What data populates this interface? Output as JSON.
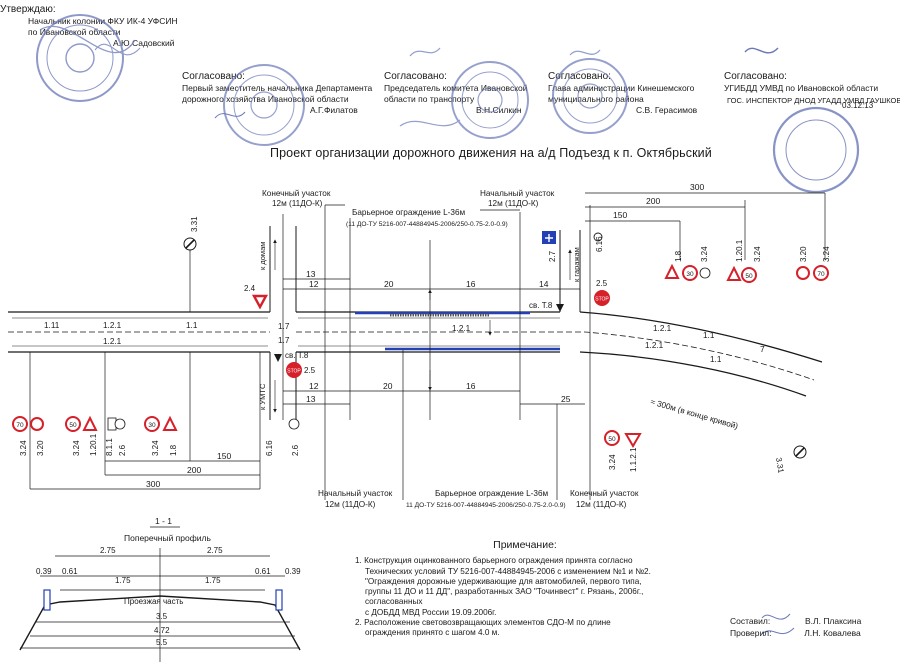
{
  "approvals": {
    "approve": {
      "heading": "Утверждаю:",
      "line1": "Начальник колонии  ФКУ ИК-4 УФСИН",
      "line2": "по Ивановской области",
      "name": "А.Ю.Садовский"
    },
    "agreed": [
      {
        "heading": "Согласовано:",
        "line1": "Первый заместитель начальника Департамента",
        "line2": "дорожного хозяйства Ивановской области",
        "name": "А.Г.Филатов"
      },
      {
        "heading": "Согласовано:",
        "line1": "Председатель комитета Ивановской",
        "line2": "области по транспорту",
        "name": "В.Н.Силкин"
      },
      {
        "heading": "Согласовано:",
        "line1": "Глава администрации Кинешемского",
        "line2": "муниципального района",
        "name": "С.В. Герасимов"
      },
      {
        "heading": "Согласовано:",
        "line1": "УГИБДД УМВД по Ивановской области",
        "line2": "",
        "name": ""
      }
    ],
    "stamp_text": "ГОС. ИНСПЕКТОР ДНОД УГАДД УМВД ГАУШКОВ А.А.",
    "stamp_date": "03.12.13"
  },
  "title": "Проект организации дорожного движения на а/д Подъезд к п. Октябрьский",
  "plan": {
    "labels": {
      "end_top": "Конечный участок",
      "end_top_len": "12м (11ДО-К)",
      "start_top": "Начальный участок",
      "start_top_len": "12м (11ДО-К)",
      "barrier_top": "Барьерное ограждение L-36м",
      "barrier_top_spec": "(11 ДО-ТУ 5216-007-44884945-2006/250-0.75-2.0-0.9)",
      "start_bottom": "Начальный участок",
      "start_bottom_len": "12м (11ДО-К)",
      "barrier_bottom": "Барьерное ограждение L-36м",
      "barrier_bottom_spec": "11 ДО-ТУ 5216-007-44884945-2006/250-0.75-2.0-0.9)",
      "end_bottom": "Конечный участок",
      "end_bottom_len": "12м (11ДО-К)",
      "radius": "≈ 300м (в конце кривой)",
      "to_houses": "к домам",
      "to_garages": "к гаражам",
      "to_umts": "к УМТС"
    },
    "dims": {
      "d300_top": "300",
      "d200_top": "200",
      "d150_top": "150",
      "d13_top": "13",
      "d12_top": "12",
      "d20_top": "20",
      "d16_top": "16",
      "d14": "14",
      "d12_bot": "12",
      "d20_bot": "20",
      "d16_bot": "16",
      "d13_bot": "13",
      "d25": "25",
      "d150_bot": "150",
      "d200_bot": "200",
      "d300_bot": "300",
      "d7": "7"
    },
    "markings": {
      "m111": "1.11",
      "m121a": "1.2.1",
      "m11a": "1.1",
      "m121b": "1.2.1",
      "m17a": "1.7",
      "m17b": "1.7",
      "m121c": "1.2.1",
      "m121d": "1.2.1",
      "m11b": "1.1",
      "m121e": "1.2.1",
      "m11c": "1.1"
    },
    "signs": {
      "s331_top": "3.31",
      "s24": "2.4",
      "s27": "2.7",
      "s616_top": "6.16",
      "s25_top": "2.5",
      "sv_t8_top": "св. Т.8",
      "sv_t8_bot": "св. Т.8",
      "s25_bot": "2.5",
      "s18_top": "1.8",
      "s3_30": "30",
      "s3_24a": "3.24",
      "s50_top": "50",
      "s1201_top": "1.20.1",
      "s3_24b": "3.24",
      "s320_top": "3.20",
      "s70_top": "70",
      "s3_24c": "3.24",
      "s320_bot": "3.20",
      "s70_bot": "70",
      "s3_24d": "3.24",
      "s50_bot": "50",
      "s1201_bot": "1.20.1",
      "s811": "8.1.1",
      "s26a": "2.6",
      "s3_24e": "3.24",
      "s30_bot": "30",
      "s18_bot": "1.8",
      "s616_bot": "6.16",
      "s26b": "2.6",
      "s3_24f": "3.24",
      "s50_r": "50",
      "s1121": "1.1.2.1",
      "s331_bot": "3.31",
      "stop": "STOP"
    }
  },
  "profile": {
    "section": "1 - 1",
    "title": "Поперечный профиль",
    "road_label": "Проезжая часть",
    "d275a": "2.75",
    "d275b": "2.75",
    "d039a": "0.39",
    "d061a": "0.61",
    "d175a": "1.75",
    "d175b": "1.75",
    "d061b": "0.61",
    "d039b": "0.39",
    "d35": "3.5",
    "d472": "4.72",
    "d55": "5.5"
  },
  "notes": {
    "heading": "Примечание:",
    "n1": "1. Конструкция оцинкованного барьерного ограждения принята согласно",
    "n1b": "Технических условий ТУ 5216-007-44884945-2006 с изменением №1 и №2.",
    "n1c": "\"Ограждения дорожные удерживающие для автомобилей, первого типа,",
    "n1d": "группы 11 ДО и 11 ДД\", разработанных ЗАО \"Точинвест\" г. Рязань, 2006г., согласованных",
    "n1e": "с ДОБДД МВД России 19.09.2006г.",
    "n2": "2. Расположение световозвращающих элементов СДО-М по длине",
    "n2b": "ограждения принято с шагом  4.0 м."
  },
  "signatures": {
    "composed_label": "Составил:",
    "composed_name": "В.Л. Плаксина",
    "checked_label": "Проверил:",
    "checked_name": "Л.Н. Ковалева"
  },
  "colors": {
    "stamp": "#6a78b8",
    "red": "#d6202a",
    "blue": "#2340b5",
    "ink": "#1a1a1a"
  }
}
